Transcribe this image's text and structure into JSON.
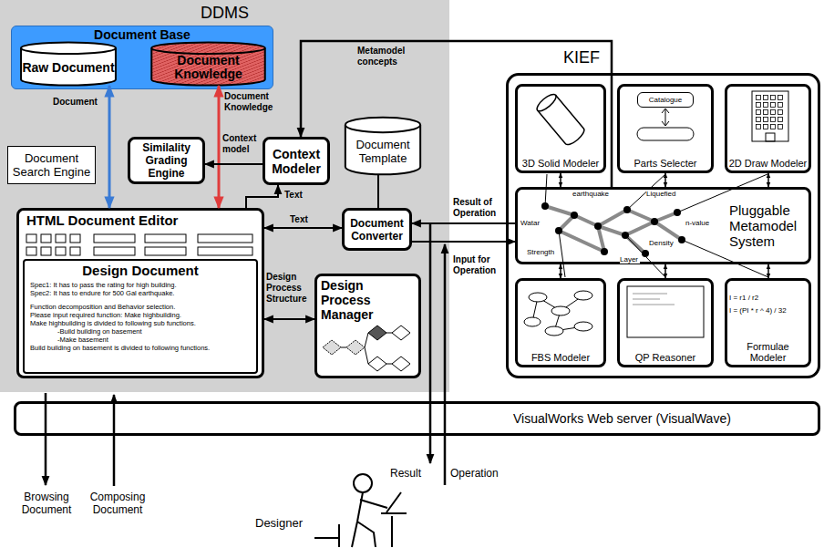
{
  "diagram": {
    "nodes": [
      {
        "text": [
          "DDMS"
        ]
      },
      {
        "text": [
          "Document Base"
        ],
        "in": 0
      },
      {
        "text": [
          "Raw Document"
        ],
        "in": 1
      },
      {
        "text": [
          "Document Knowledge"
        ],
        "in": 1
      },
      {
        "text": [
          "Document Search Engine"
        ],
        "in": 0
      },
      {
        "text": [
          "Similality Grading Engine"
        ],
        "in": 0
      },
      {
        "text": [
          "Context Modeler"
        ],
        "in": 0
      },
      {
        "text": [
          "Document Template"
        ],
        "in": 0
      },
      {
        "text": [
          "HTML Document Editor"
        ],
        "in": 0
      },
      {
        "text": [
          "Design Document",
          "Spec1: It has to pass the rating for high building.",
          "Spec2: It has to endure for 500 Gal earthquake.",
          "Function decomposition and Behavior selection.",
          "Please input required function: Make highbuilding.",
          "Make highbuilding is divided to following sub functions.",
          "-Build building on basement",
          "-Make basement",
          "Build building on basement is divided to following functions."
        ],
        "in": 8
      },
      {
        "text": [
          "Document Converter"
        ],
        "in": 0
      },
      {
        "text": [
          "Design Process Manager"
        ],
        "in": 0
      },
      {
        "text": [
          "KIEF"
        ]
      },
      {
        "text": [
          "3D Solid Modeler"
        ],
        "in": 12
      },
      {
        "text": [
          "Parts Selecter"
        ],
        "in": 12
      },
      {
        "text": [
          "Catalogue"
        ],
        "in": 14
      },
      {
        "text": [
          "2D Draw Modeler"
        ],
        "in": 12
      },
      {
        "text": [
          "Pluggable Metamodel System"
        ],
        "in": 12
      },
      {
        "text": [
          "FBS Modeler"
        ],
        "in": 12
      },
      {
        "text": [
          "QP Reasoner"
        ],
        "in": 12
      },
      {
        "text": [
          "Formulae Modeler"
        ],
        "in": 12
      },
      {
        "text": [
          "VisualWorks Web server (VisualWave)"
        ]
      }
    ],
    "edges": [
      {
        "from": 2,
        "to": 8,
        "arrow": "both",
        "label": "Document"
      },
      {
        "from": 3,
        "to": 8,
        "arrow": "both",
        "label": "Document Knowledge"
      },
      {
        "from": 6,
        "to": 5,
        "arrow": "to",
        "label": "Context model"
      },
      {
        "from": 8,
        "to": 6,
        "arrow": "to",
        "label": "Text"
      },
      {
        "from": 8,
        "to": 10,
        "arrow": "both",
        "label": "Text"
      },
      {
        "from": 7,
        "to": 10,
        "arrow": "none"
      },
      {
        "from": 17,
        "to": 6,
        "arrow": "to",
        "label": "Metamodel concepts"
      },
      {
        "from": 17,
        "to": 10,
        "arrow": "to",
        "label": "Result of Operation"
      },
      {
        "from": 10,
        "to": 17,
        "arrow": "to",
        "label": "Input for Operation"
      },
      {
        "from": 8,
        "to": 11,
        "arrow": "both",
        "label": "Design Process Structure"
      },
      {
        "from": 13,
        "to": 17,
        "arrow": "both"
      },
      {
        "from": 14,
        "to": 17,
        "arrow": "both"
      },
      {
        "from": 16,
        "to": 17,
        "arrow": "both"
      },
      {
        "from": 18,
        "to": 17,
        "arrow": "both"
      },
      {
        "from": 19,
        "to": 17,
        "arrow": "both"
      },
      {
        "from": 20,
        "to": 17,
        "arrow": "both"
      }
    ],
    "labels": [
      "Browsing Document",
      "Composing Document",
      "Result",
      "Operation",
      "Designer",
      "Watar",
      "earthquake",
      "Liquefied",
      "n-value",
      "Strength",
      "Layer",
      "Density",
      "I = r1 / r2",
      "I = (PI * r ^ 4) / 32"
    ]
  }
}
